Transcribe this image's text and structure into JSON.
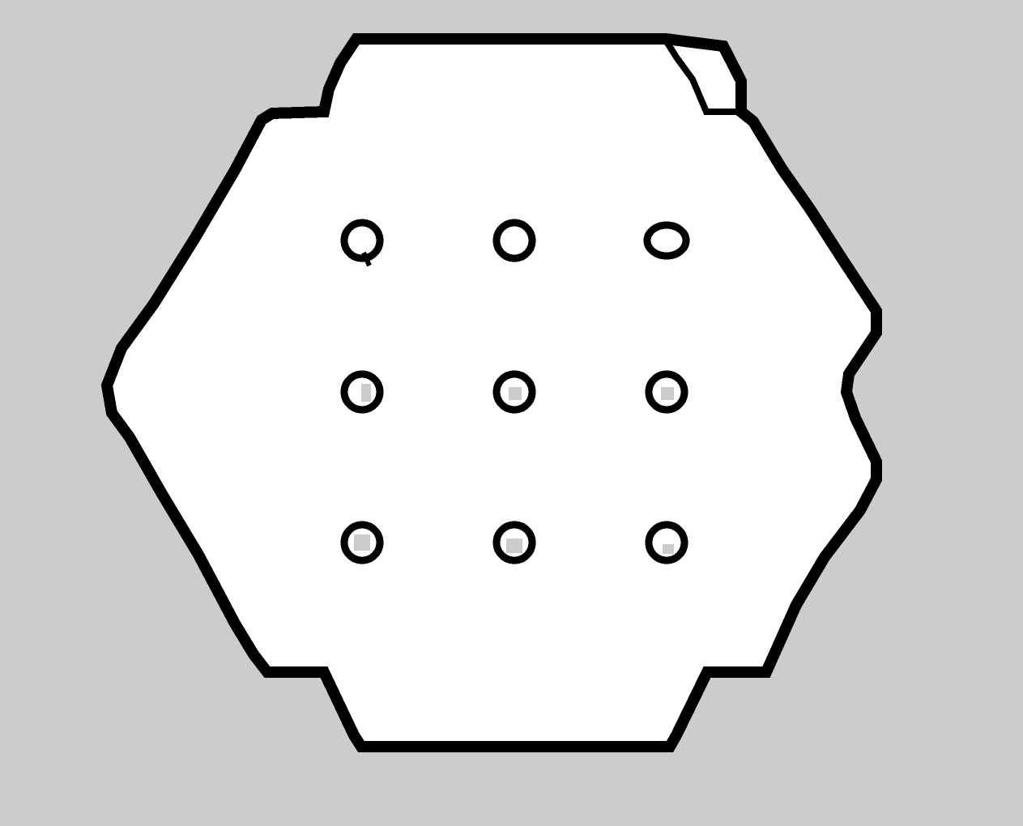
{
  "map": {
    "background_color": "#cccccc",
    "free_space_color": "#ffffff",
    "obstacle_color": "#000000",
    "unknown_color": "#cccccc",
    "boundary": {
      "shape": "hexagon-outline"
    },
    "pillars": {
      "count": 9,
      "layout": "3x3 grid"
    }
  }
}
